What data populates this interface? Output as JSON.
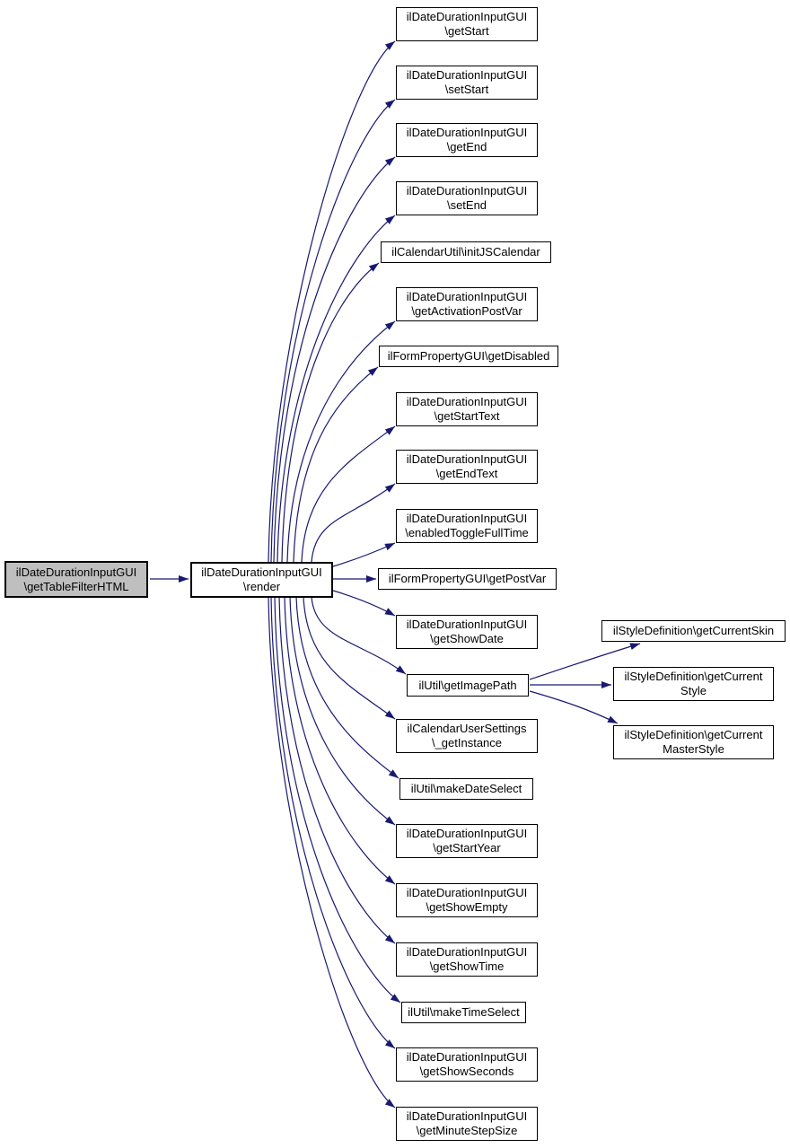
{
  "diagram": {
    "kind": "call-graph",
    "edge_color": "#191970",
    "node_fill": "#ffffff",
    "root_fill": "#bfbfbf",
    "border_color": "#000000"
  },
  "nodes": [
    {
      "id": "getTableFilterHTML",
      "label": "ilDateDurationInputGUI\n\\getTableFilterHTML"
    },
    {
      "id": "render",
      "label": "ilDateDurationInputGUI\n\\render"
    },
    {
      "id": "getStart",
      "label": "ilDateDurationInputGUI\n\\getStart"
    },
    {
      "id": "setStart",
      "label": "ilDateDurationInputGUI\n\\setStart"
    },
    {
      "id": "getEnd",
      "label": "ilDateDurationInputGUI\n\\getEnd"
    },
    {
      "id": "setEnd",
      "label": "ilDateDurationInputGUI\n\\setEnd"
    },
    {
      "id": "initJSCalendar",
      "label": "ilCalendarUtil\\initJSCalendar"
    },
    {
      "id": "getActivationPostVar",
      "label": "ilDateDurationInputGUI\n\\getActivationPostVar"
    },
    {
      "id": "getDisabled",
      "label": "ilFormPropertyGUI\\getDisabled"
    },
    {
      "id": "getStartText",
      "label": "ilDateDurationInputGUI\n\\getStartText"
    },
    {
      "id": "getEndText",
      "label": "ilDateDurationInputGUI\n\\getEndText"
    },
    {
      "id": "enabledToggleFullTime",
      "label": "ilDateDurationInputGUI\n\\enabledToggleFullTime"
    },
    {
      "id": "getPostVar",
      "label": "ilFormPropertyGUI\\getPostVar"
    },
    {
      "id": "getShowDate",
      "label": "ilDateDurationInputGUI\n\\getShowDate"
    },
    {
      "id": "getImagePath",
      "label": "ilUtil\\getImagePath"
    },
    {
      "id": "getInstance",
      "label": "ilCalendarUserSettings\n\\_getInstance"
    },
    {
      "id": "makeDateSelect",
      "label": "ilUtil\\makeDateSelect"
    },
    {
      "id": "getStartYear",
      "label": "ilDateDurationInputGUI\n\\getStartYear"
    },
    {
      "id": "getShowEmpty",
      "label": "ilDateDurationInputGUI\n\\getShowEmpty"
    },
    {
      "id": "getShowTime",
      "label": "ilDateDurationInputGUI\n\\getShowTime"
    },
    {
      "id": "makeTimeSelect",
      "label": "ilUtil\\makeTimeSelect"
    },
    {
      "id": "getShowSeconds",
      "label": "ilDateDurationInputGUI\n\\getShowSeconds"
    },
    {
      "id": "getMinuteStepSize",
      "label": "ilDateDurationInputGUI\n\\getMinuteStepSize"
    },
    {
      "id": "getCurrentSkin",
      "label": "ilStyleDefinition\\getCurrentSkin"
    },
    {
      "id": "getCurrentStyle",
      "label": "ilStyleDefinition\\getCurrent\nStyle"
    },
    {
      "id": "getCurrentMasterStyle",
      "label": "ilStyleDefinition\\getCurrent\nMasterStyle"
    }
  ],
  "edges": [
    {
      "from": "getTableFilterHTML",
      "to": "render"
    },
    {
      "from": "render",
      "to": "getStart"
    },
    {
      "from": "render",
      "to": "setStart"
    },
    {
      "from": "render",
      "to": "getEnd"
    },
    {
      "from": "render",
      "to": "setEnd"
    },
    {
      "from": "render",
      "to": "initJSCalendar"
    },
    {
      "from": "render",
      "to": "getActivationPostVar"
    },
    {
      "from": "render",
      "to": "getDisabled"
    },
    {
      "from": "render",
      "to": "getStartText"
    },
    {
      "from": "render",
      "to": "getEndText"
    },
    {
      "from": "render",
      "to": "enabledToggleFullTime"
    },
    {
      "from": "render",
      "to": "getPostVar"
    },
    {
      "from": "render",
      "to": "getShowDate"
    },
    {
      "from": "render",
      "to": "getImagePath"
    },
    {
      "from": "render",
      "to": "getInstance"
    },
    {
      "from": "render",
      "to": "makeDateSelect"
    },
    {
      "from": "render",
      "to": "getStartYear"
    },
    {
      "from": "render",
      "to": "getShowEmpty"
    },
    {
      "from": "render",
      "to": "getShowTime"
    },
    {
      "from": "render",
      "to": "makeTimeSelect"
    },
    {
      "from": "render",
      "to": "getShowSeconds"
    },
    {
      "from": "render",
      "to": "getMinuteStepSize"
    },
    {
      "from": "getImagePath",
      "to": "getCurrentSkin"
    },
    {
      "from": "getImagePath",
      "to": "getCurrentStyle"
    },
    {
      "from": "getImagePath",
      "to": "getCurrentMasterStyle"
    }
  ]
}
